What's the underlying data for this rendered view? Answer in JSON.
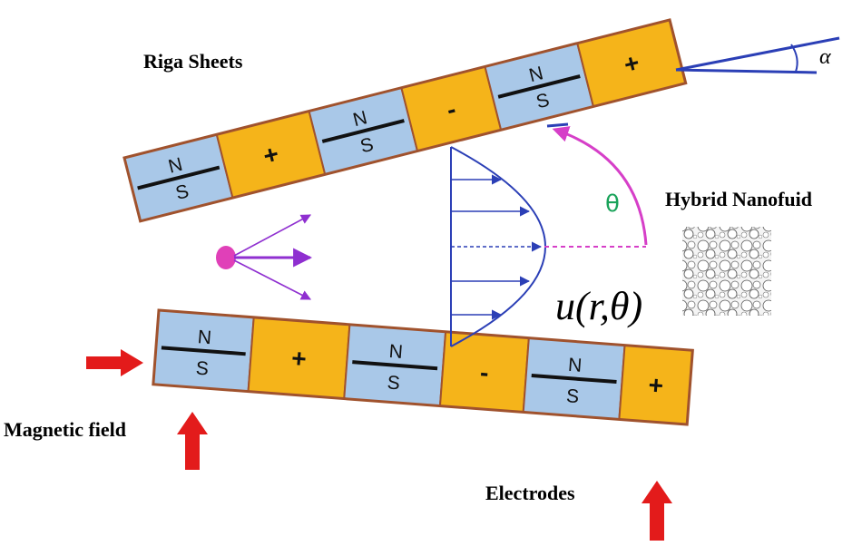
{
  "labels": {
    "riga_sheets": "Riga Sheets",
    "hybrid_nanofluid": "Hybrid Nanofuid",
    "magnetic_field": "Magnetic field",
    "electrodes": "Electrodes",
    "velocity_u": "u",
    "velocity_args": "(r,θ)",
    "theta": "θ",
    "alpha": "α"
  },
  "top_sheet": {
    "cells": [
      {
        "type": "magnet",
        "north": "N",
        "south": "S"
      },
      {
        "type": "electrode",
        "sign": "+"
      },
      {
        "type": "magnet",
        "north": "N",
        "south": "S"
      },
      {
        "type": "electrode",
        "sign": "-"
      },
      {
        "type": "magnet",
        "north": "N",
        "south": "S"
      },
      {
        "type": "electrode",
        "sign": "+"
      }
    ]
  },
  "bottom_sheet": {
    "cells": [
      {
        "type": "magnet",
        "north": "N",
        "south": "S"
      },
      {
        "type": "electrode",
        "sign": "+"
      },
      {
        "type": "magnet",
        "north": "N",
        "south": "S"
      },
      {
        "type": "electrode",
        "sign": "-"
      },
      {
        "type": "magnet",
        "north": "N",
        "south": "S"
      },
      {
        "type": "electrode",
        "sign": "+"
      }
    ]
  },
  "colors": {
    "magnet": "#a9c8e8",
    "electrode": "#f5b41a",
    "sheet_border": "#a0522d",
    "profile": "#2b3fb6",
    "arrow_red": "#e31b1b",
    "theta_arc": "#d63fc8",
    "spray": "#8f2fd0",
    "source_dot": "#e040b8"
  }
}
